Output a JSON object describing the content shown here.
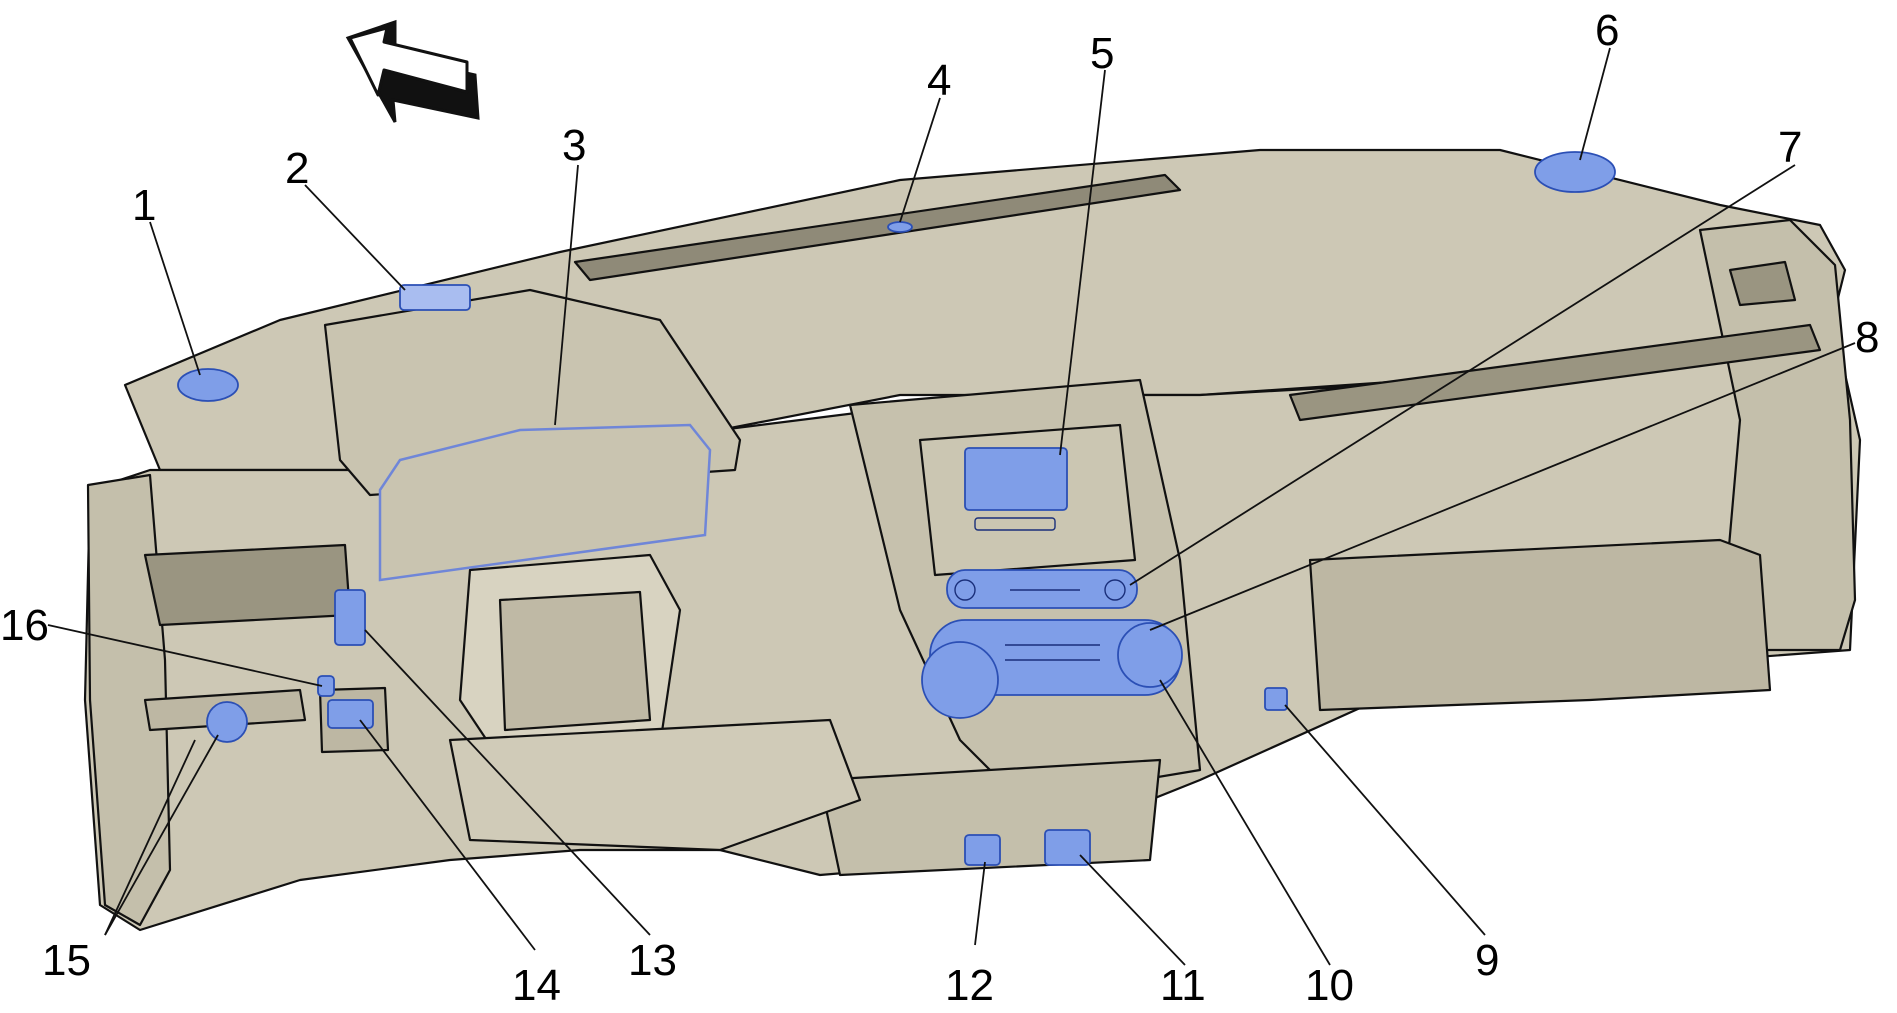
{
  "colors": {
    "panel_fill": "#cdc8b5",
    "panel_dark": "#b7b19d",
    "component_highlight": "#7f9ee8",
    "line": "#111111",
    "background": "#ffffff"
  },
  "orientation_arrow": {
    "icon": "front-direction-arrow"
  },
  "callouts": [
    {
      "id": "1",
      "label": "1"
    },
    {
      "id": "2",
      "label": "2"
    },
    {
      "id": "3",
      "label": "3"
    },
    {
      "id": "4",
      "label": "4"
    },
    {
      "id": "5",
      "label": "5"
    },
    {
      "id": "6",
      "label": "6"
    },
    {
      "id": "7",
      "label": "7"
    },
    {
      "id": "8",
      "label": "8"
    },
    {
      "id": "9",
      "label": "9"
    },
    {
      "id": "10",
      "label": "10"
    },
    {
      "id": "11",
      "label": "11"
    },
    {
      "id": "12",
      "label": "12"
    },
    {
      "id": "13",
      "label": "13"
    },
    {
      "id": "14",
      "label": "14"
    },
    {
      "id": "15",
      "label": "15"
    },
    {
      "id": "16",
      "label": "16"
    }
  ]
}
